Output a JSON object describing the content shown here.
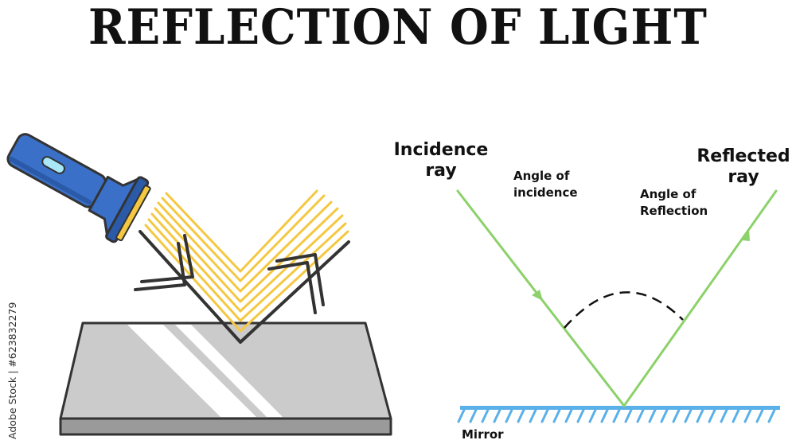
{
  "title": "REFLECTION OF LIGHT",
  "labels": {
    "incidence_ray": "Incidence\nray",
    "reflected_ray": "Reflected\nray",
    "angle_of_incidence": "Angle of\nincidence",
    "angle_of_reflection": "Angle of\nReflection",
    "mirror": "Mirror"
  },
  "watermark": "Adobe Stock | #623832279",
  "colors": {
    "flashlight_body": "#3a70c8",
    "flashlight_dark": "#2a5aa8",
    "light_beam": "#f5c842",
    "ray": "#8cd16a",
    "mirror_surface": "#5ab0e8",
    "glass_top": "#cbcbcb",
    "glass_edge": "#999999",
    "outline": "#333333"
  },
  "icons": [
    "flashlight-icon",
    "arrow-chevron-icon"
  ]
}
